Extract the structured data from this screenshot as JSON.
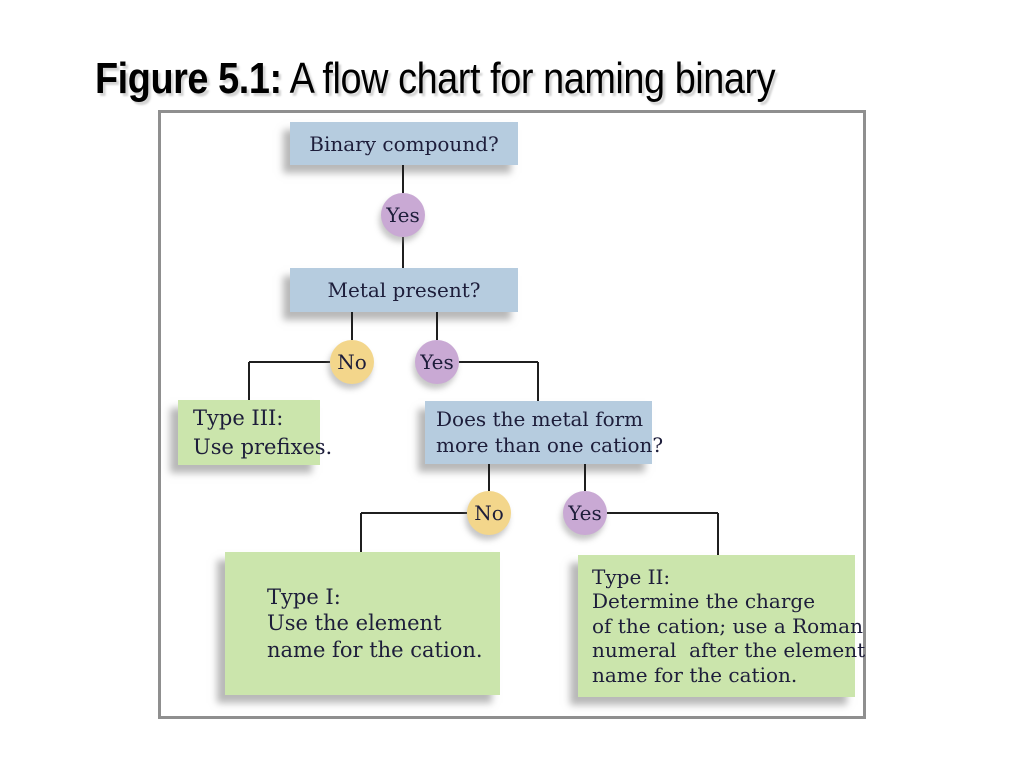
{
  "slide": {
    "title_bold": "Figure 5.1:",
    "title_rest": " A flow chart for naming binary"
  },
  "colors": {
    "question_box_fill": "#b6ccdf",
    "result_box_fill": "#cbe5ac",
    "yes_circle_fill": "#c9a9d4",
    "no_circle_fill": "#f3d68b",
    "text": "#1d1d3a",
    "connector": "#1f1f1f",
    "frame_border": "#8f8f8f",
    "title_text": "#000000"
  },
  "flowchart": {
    "q_binary": "Binary compound?",
    "yes1": "Yes",
    "q_metal": "Metal present?",
    "no1": "No",
    "yes2": "Yes",
    "type3": [
      "Type III:",
      "Use prefixes."
    ],
    "q_cation": [
      "Does the metal form",
      "more than one cation?"
    ],
    "no2": "No",
    "yes3": "Yes",
    "type1": [
      "Type I:",
      "Use the element",
      "name for the cation."
    ],
    "type2": [
      "Type II:",
      "Determine the charge",
      "of the cation; use a Roman",
      "numeral  after the element",
      "name for the cation."
    ]
  }
}
